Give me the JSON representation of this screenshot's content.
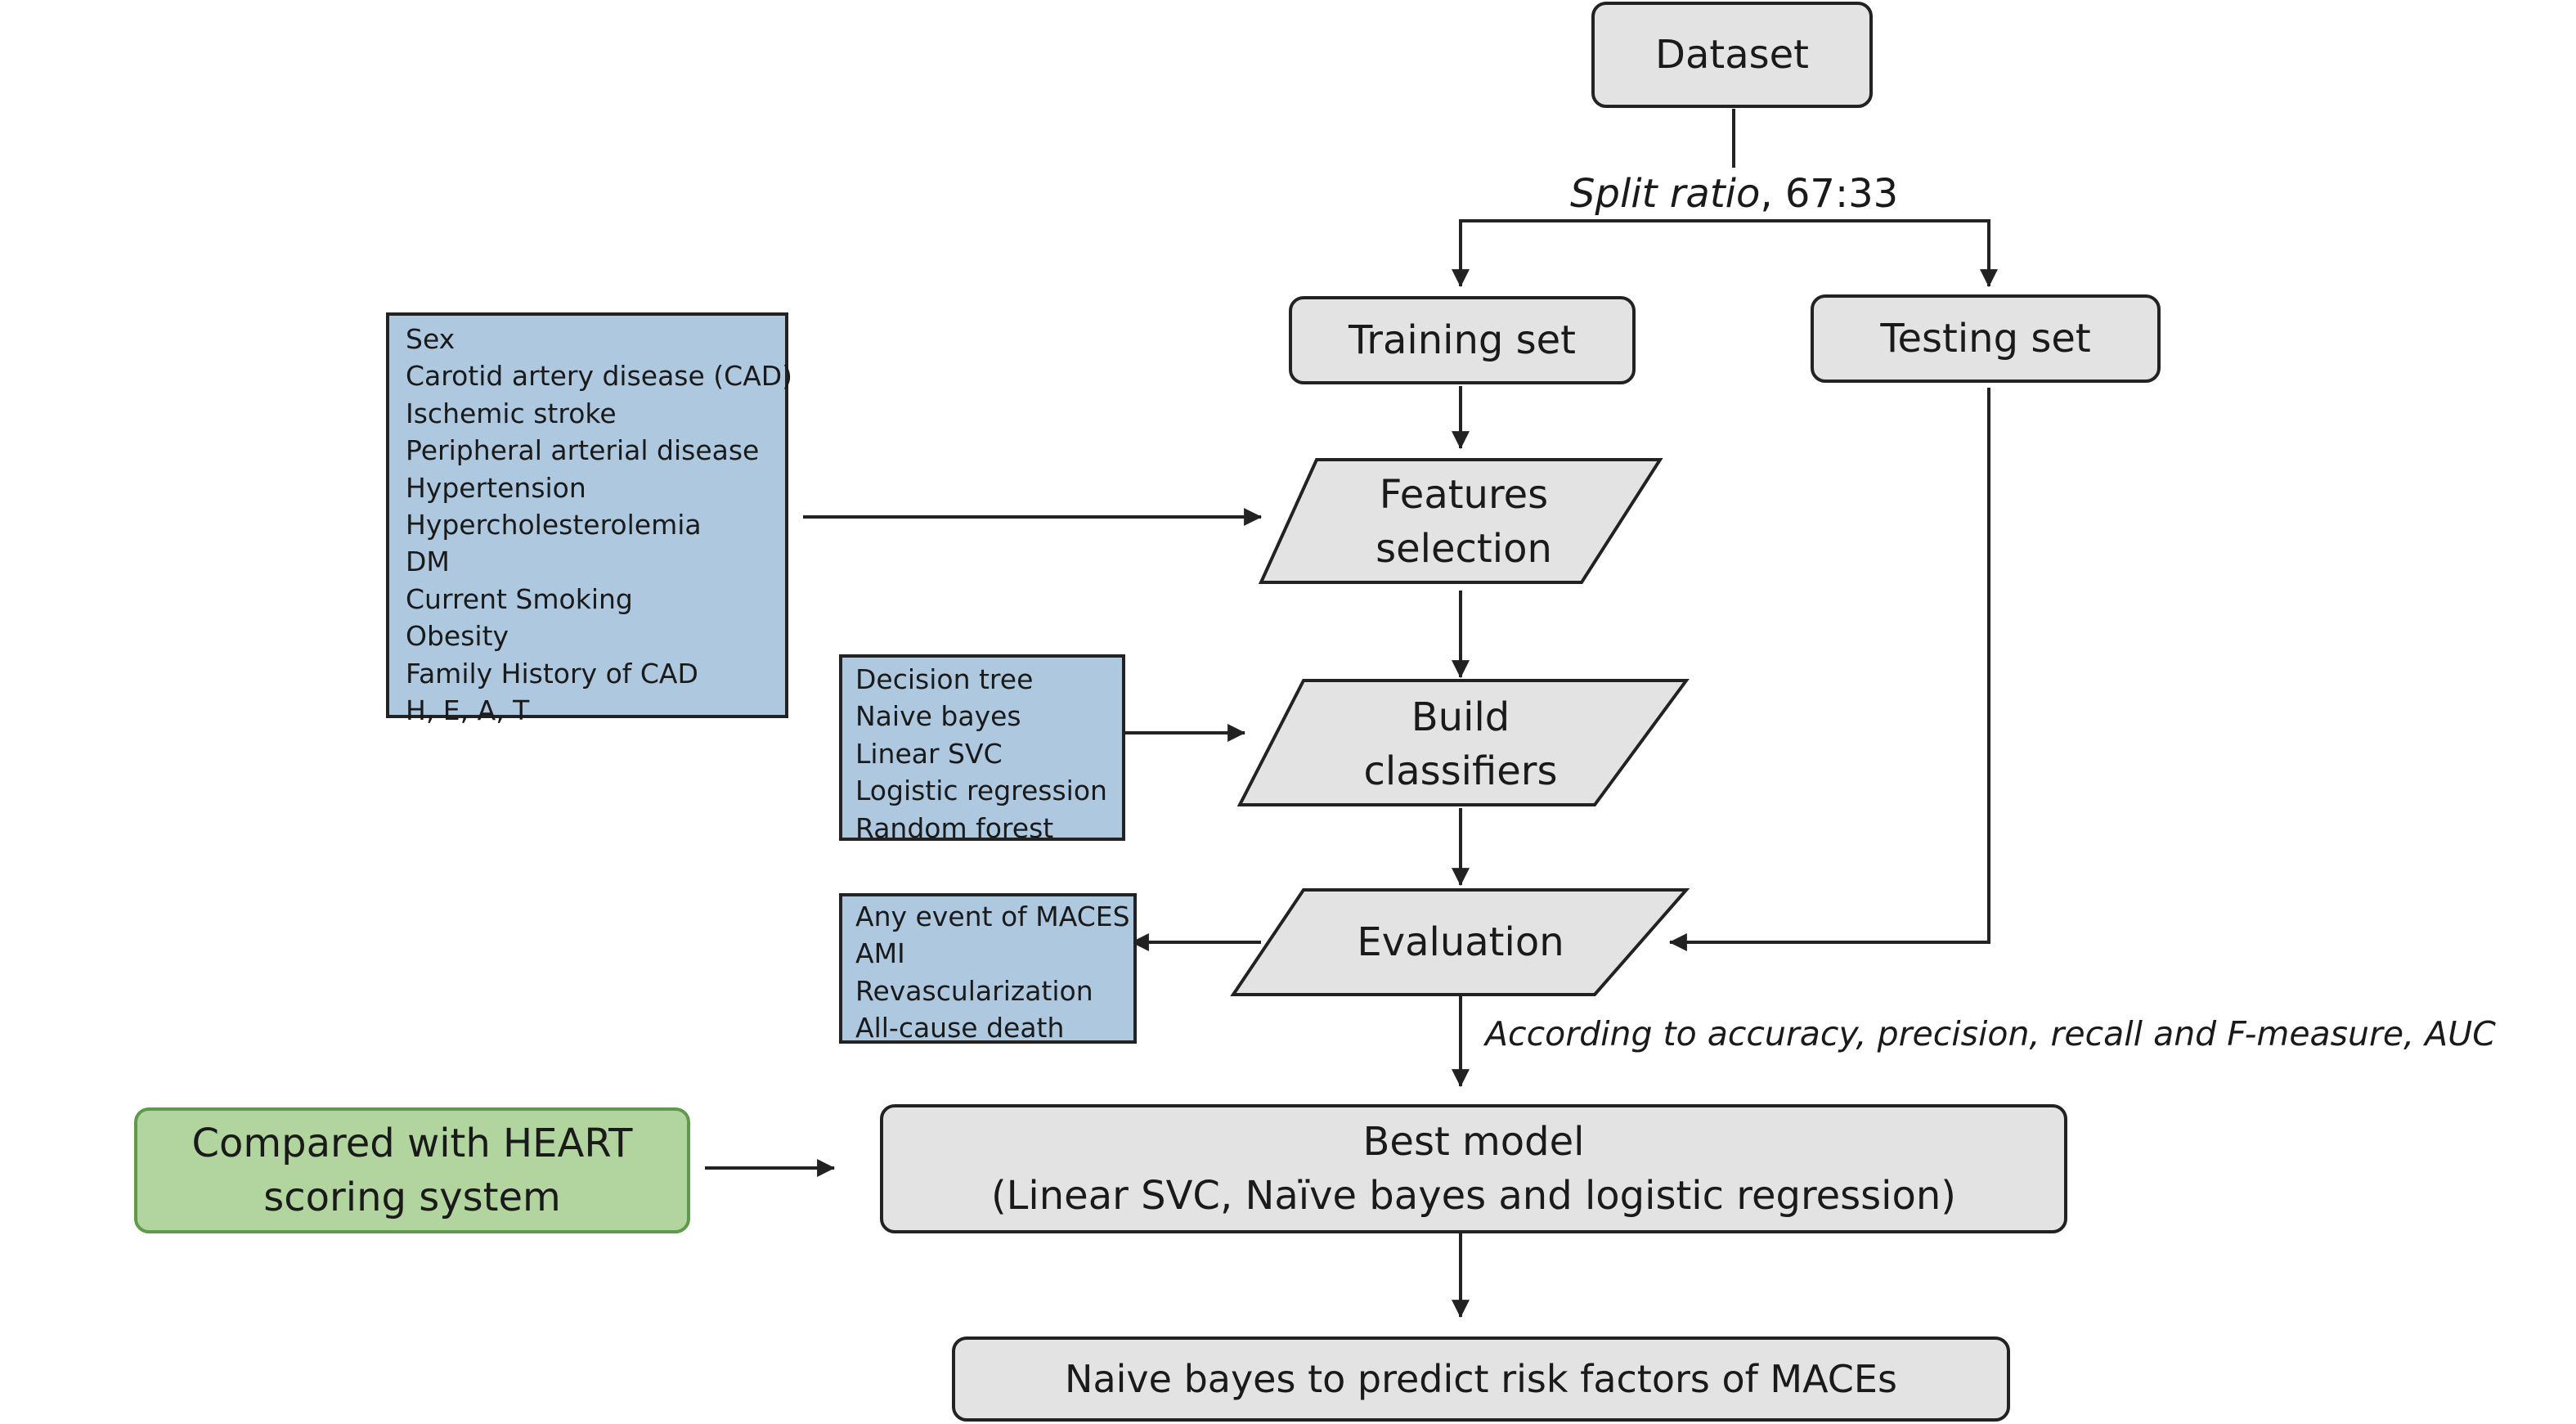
{
  "nodes": {
    "dataset": "Dataset",
    "training_set": "Training set",
    "testing_set": "Testing set",
    "features_selection": [
      "Features",
      "selection"
    ],
    "build_classifiers": [
      "Build",
      "classifiers"
    ],
    "evaluation": "Evaluation",
    "best_model": [
      "Best model",
      "(Linear SVC, Naïve bayes and logistic regression)"
    ],
    "final": "Naive bayes to predict risk factors of MACEs",
    "heart": [
      "Compared with HEART",
      "scoring system"
    ]
  },
  "split_label": {
    "italic": "Split ratio",
    "rest": ", 67:33"
  },
  "criteria_label": "According to accuracy, precision, recall and F-measure, AUC",
  "feature_list": [
    "Sex",
    "Carotid artery disease (CAD)",
    "Ischemic stroke",
    "Peripheral arterial disease",
    "Hypertension",
    "Hypercholesterolemia",
    "DM",
    "Current Smoking",
    "Obesity",
    "Family History of CAD",
    "H, E, A, T"
  ],
  "classifier_list": [
    "Decision tree",
    "Naive bayes",
    "Linear SVC",
    "Logistic regression",
    "Random forest"
  ],
  "outcome_list": [
    "Any event of MACES",
    "AMI",
    "Revascularization",
    "All-cause death"
  ],
  "colors": {
    "node_fill": "#e4e3e4",
    "list_fill": "#adc8df",
    "green_fill": "#b2d59f",
    "green_border": "#5f9a4c",
    "stroke": "#222222"
  }
}
